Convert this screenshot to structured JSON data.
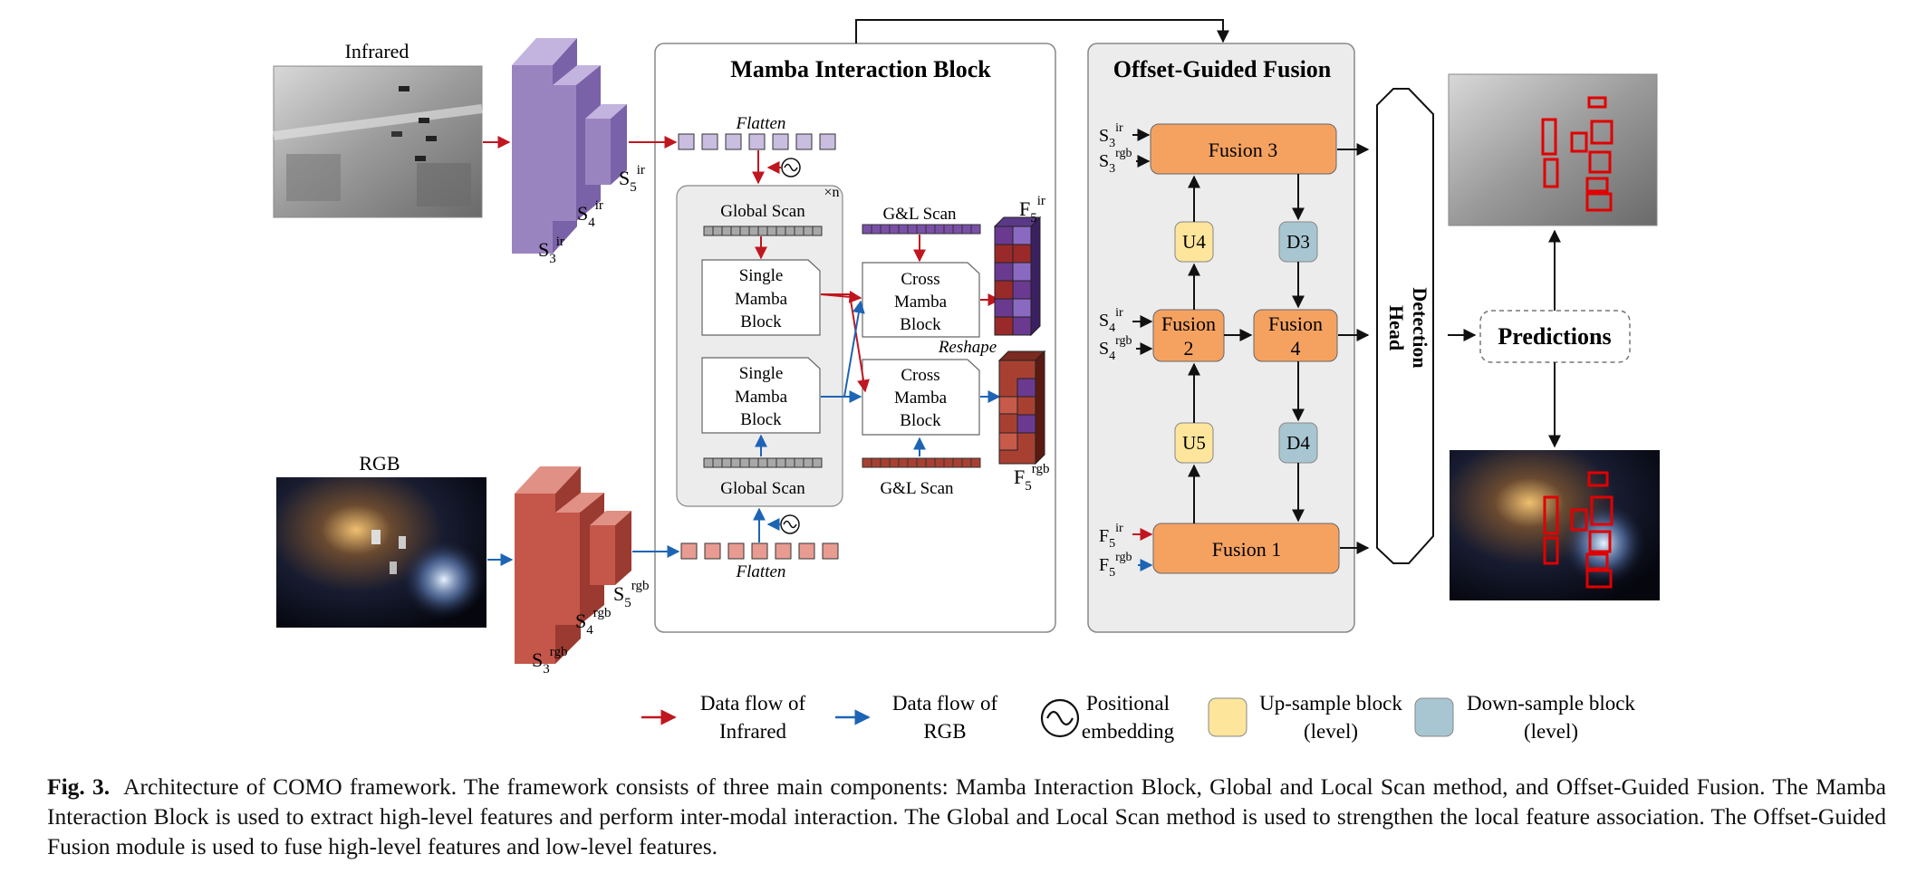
{
  "labels": {
    "infrared": "Infrared",
    "rgb": "RGB",
    "s3": "S",
    "s4": "S",
    "s5": "S",
    "sup_ir": "ir",
    "sup_rgb": "rgb",
    "sub3": "3",
    "sub4": "4",
    "sub5": "5",
    "f": "F"
  },
  "mamba": {
    "title": "Mamba Interaction Block",
    "flatten": "Flatten",
    "times_n": "×n",
    "global_scan": "Global Scan",
    "gl_scan": "G&L Scan",
    "reshape": "Reshape",
    "single_lines": [
      "Single",
      "Mamba",
      "Block"
    ],
    "cross_lines": [
      "Cross",
      "Mamba",
      "Block"
    ]
  },
  "fusion": {
    "title": "Offset-Guided Fusion",
    "fusion1": "Fusion 1",
    "fusion2_lines": [
      "Fusion",
      "2"
    ],
    "fusion3": "Fusion 3",
    "fusion4_lines": [
      "Fusion",
      "4"
    ],
    "u4": "U4",
    "u5": "U5",
    "d3": "D3",
    "d4": "D4"
  },
  "detection_head_lines": [
    "Detection",
    "Head"
  ],
  "predictions": "Predictions",
  "legend": {
    "ir_flow": [
      "Data flow of",
      "Infrared"
    ],
    "rgb_flow": [
      "Data flow of",
      "RGB"
    ],
    "positional": [
      "Positional",
      "embedding"
    ],
    "upsample": [
      "Up-sample block",
      "(level)"
    ],
    "downsample": [
      "Down-sample block",
      "(level)"
    ]
  },
  "colors": {
    "ir_arrow": "#c0161f",
    "rgb_arrow": "#1d64b5",
    "fusion_box": "#f5a261",
    "up_block": "#fde59c",
    "down_block": "#a8c6d1",
    "ir_backbone": "#9a84c0",
    "rgb_backbone": "#c4564a",
    "detection_box": "#e00000"
  },
  "caption": {
    "label": "Fig. 3.",
    "text": "Architecture of COMO framework. The framework consists of three main components: Mamba Interaction Block, Global and Local Scan method, and Offset-Guided Fusion. The Mamba Interaction Block is used to extract high-level features and perform inter-modal interaction. The Global and Local Scan method is used to strengthen the local feature association. The Offset-Guided Fusion module is used to fuse high-level features and low-level features."
  }
}
